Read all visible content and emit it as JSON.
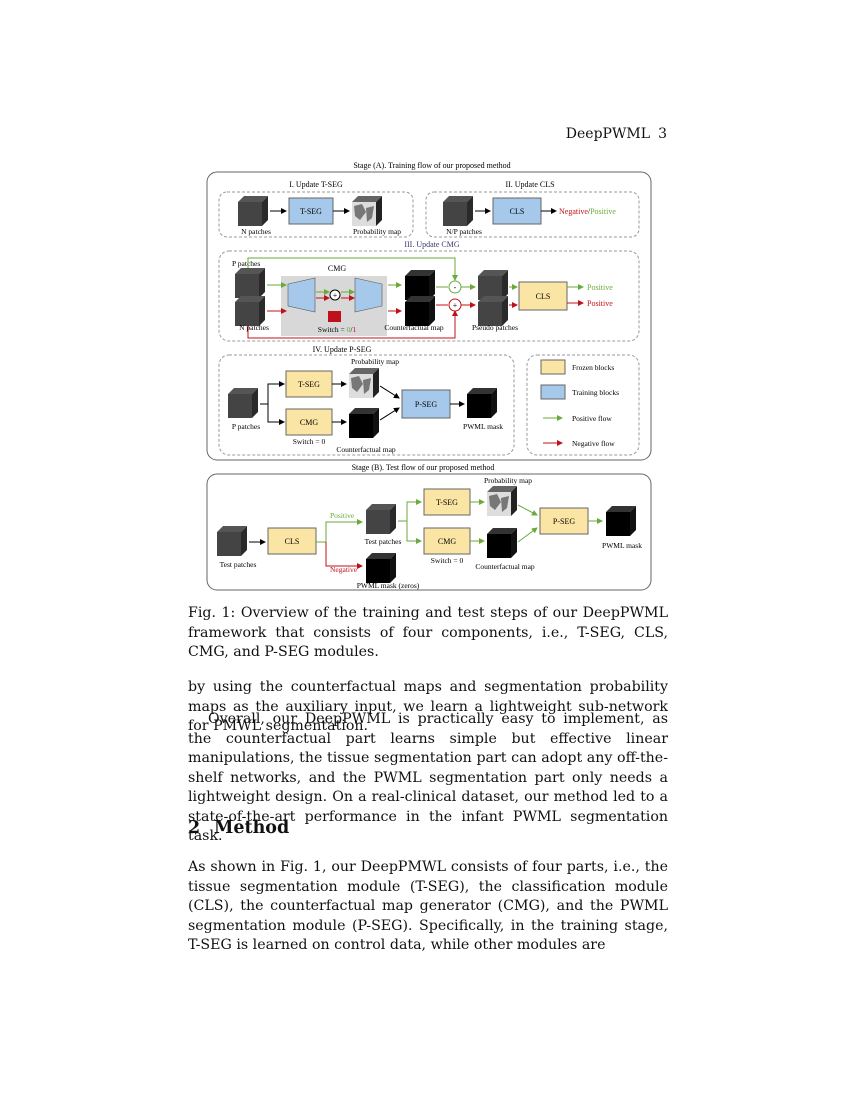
{
  "header": {
    "running_title": "DeepPWML",
    "page_number": "3"
  },
  "figure": {
    "stage_a_title": "Stage (A). Training flow of our proposed method",
    "stage_b_title": "Stage (B). Test flow of our proposed method",
    "panel1_title": "I. Update T-SEG",
    "panel2_title": "II. Update CLS",
    "panel3_title": "III. Update CMG",
    "panel4_title": "IV. Update P-SEG",
    "blocks": {
      "tseg": "T-SEG",
      "cls": "CLS",
      "cmg": "CMG",
      "pseg": "P-SEG"
    },
    "labels": {
      "n_patches": "N patches",
      "prob_map": "Probability map",
      "np_patches": "N/P patches",
      "negative": "Negative",
      "slash": "/",
      "positive": "Positive",
      "p_patches": "P patches",
      "cmg_title": "CMG",
      "switch_text": "Switch = ",
      "switch_0": "0",
      "switch_slash": "/",
      "switch_1": "1",
      "cf_map": "Counterfactual map",
      "pseudo_patches": "Pseudo patches",
      "minus": "-",
      "plus": "+",
      "pwml_mask": "PWML mask",
      "switch0": "Switch = 0",
      "test_patches": "Test patches",
      "pwml_mask_zeros": "PWML mask (zeros)"
    },
    "legend": {
      "frozen": "Frozen blocks",
      "training": "Training blocks",
      "pos_flow": "Positive flow",
      "neg_flow": "Negative flow"
    },
    "colors": {
      "frozen": "#fbe5a4",
      "training": "#a6c8ea",
      "positive": "#6aaa3a",
      "negative": "#c0101a"
    }
  },
  "caption": "Fig. 1: Overview of the training and test steps of our DeepPWML framework that consists of four components, i.e., T-SEG, CLS, CMG, and P-SEG modules.",
  "paragraphs": [
    "by using the counterfactual maps and segmentation probability maps as the auxiliary input, we learn a lightweight sub-network for PMWL segmentation.",
    "Overall, our DeepPWML is practically easy to implement, as the counterfactual part learns simple but effective linear manipulations, the tissue segmentation part can adopt any off-the-shelf networks, and the PWML segmentation part only needs a lightweight design. On a real-clinical dataset, our method led to a state-of-the-art performance in the infant PWML segmentation task."
  ],
  "section": {
    "number": "2",
    "title": "Method"
  },
  "section_paragraph": "As shown in Fig. 1, our DeepPMWL consists of four parts, i.e., the tissue segmentation module (T-SEG), the classification module (CLS), the counterfactual map generator (CMG), and the PWML segmentation module (P-SEG). Specifically, in the training stage, T-SEG is learned on control data, while other modules are"
}
